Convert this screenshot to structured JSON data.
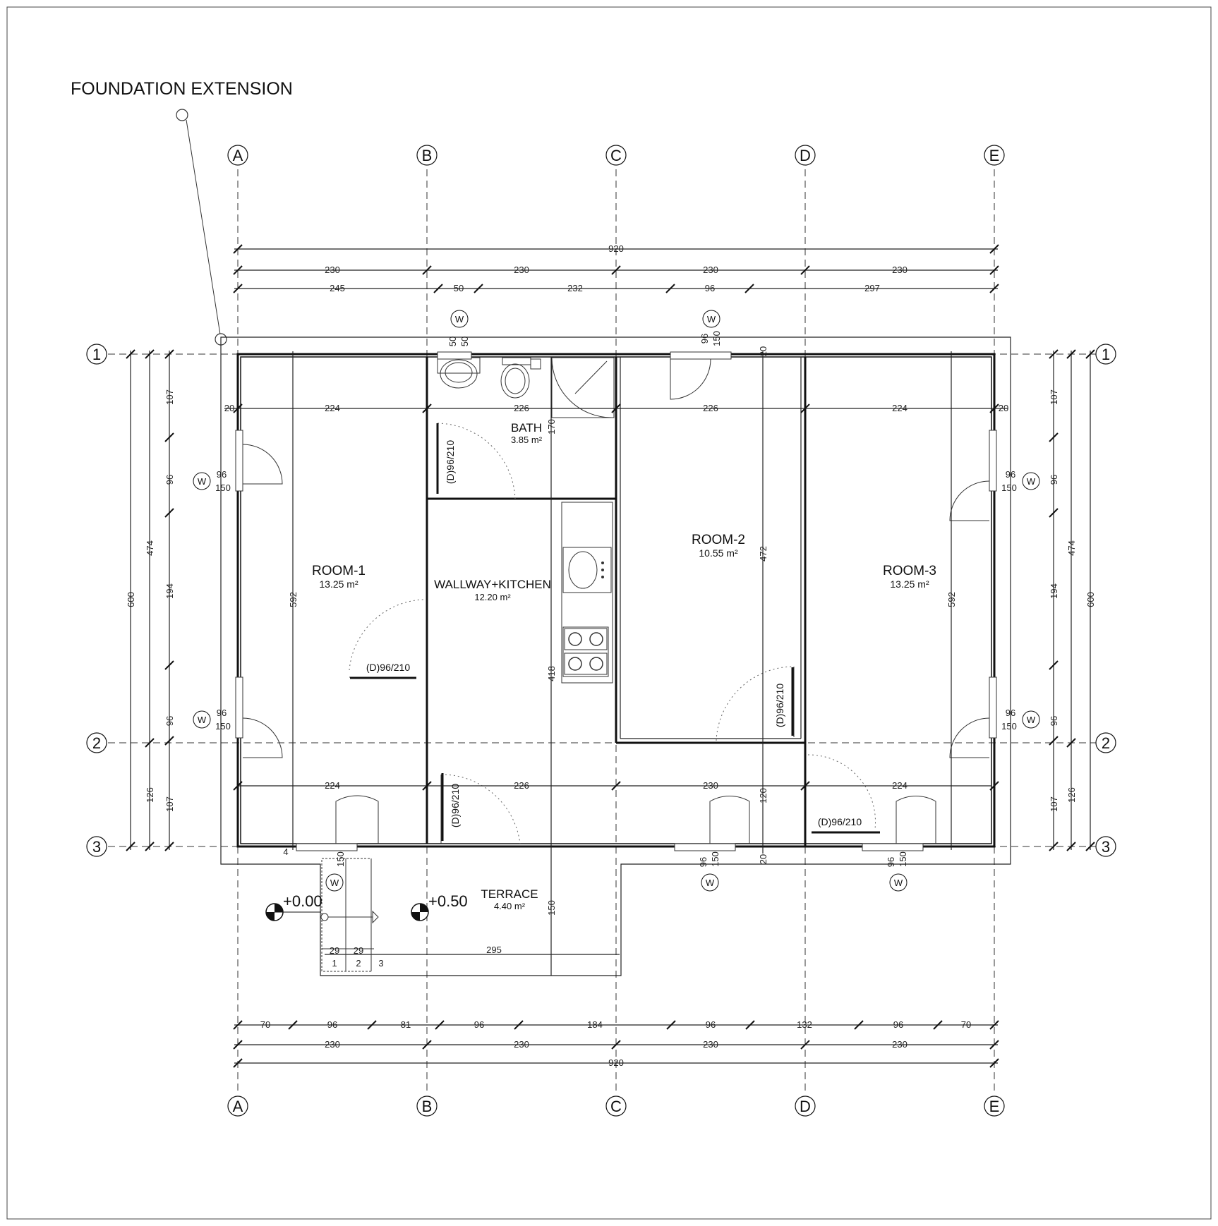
{
  "title": "FOUNDATION EXTENSION",
  "grid": {
    "columns": [
      "A",
      "B",
      "C",
      "D",
      "E"
    ],
    "rows": [
      "1",
      "2",
      "3"
    ]
  },
  "rooms": [
    {
      "name": "ROOM-1",
      "area": "13.25 m²"
    },
    {
      "name": "BATH",
      "area": "3.85 m²"
    },
    {
      "name": "WALLWAY+KITCHEN",
      "area": "12.20 m²"
    },
    {
      "name": "ROOM-2",
      "area": "10.55 m²"
    },
    {
      "name": "ROOM-3",
      "area": "13.25 m²"
    },
    {
      "name": "TERRACE",
      "area": "4.40 m²"
    }
  ],
  "levels": [
    "+0.00",
    "+0.50"
  ],
  "stairs": {
    "steps": [
      "1",
      "2",
      "3"
    ],
    "treads": [
      "29",
      "29"
    ],
    "run": "295"
  },
  "door_label": "(D)96/210",
  "window_tag": "W",
  "window_dims": {
    "width": "96",
    "height": "150",
    "bath_width": "50",
    "bath_height": "50"
  },
  "dimensions": {
    "top_total": "920",
    "top_axes": [
      "230",
      "230",
      "230",
      "230"
    ],
    "top_openings": [
      "245",
      "50",
      "232",
      "96",
      "297"
    ],
    "bottom_openings": [
      "70",
      "96",
      "81",
      "96",
      "184",
      "96",
      "132",
      "96",
      "70"
    ],
    "bottom_axes": [
      "230",
      "230",
      "230",
      "230"
    ],
    "bottom_total": "920",
    "side_total": "600",
    "side_segments": [
      "474",
      "126"
    ],
    "side_openings": [
      "107",
      "96",
      "194",
      "96",
      "107"
    ],
    "interior_widths_top": [
      "20",
      "224",
      "226",
      "226",
      "224",
      "20"
    ],
    "interior_widths_bottom": [
      "224",
      "226",
      "230",
      "224"
    ],
    "interior_heights": [
      "592",
      "418",
      "472",
      "592",
      "170",
      "120",
      "150"
    ],
    "wall_thickness": [
      "4",
      "20"
    ]
  }
}
